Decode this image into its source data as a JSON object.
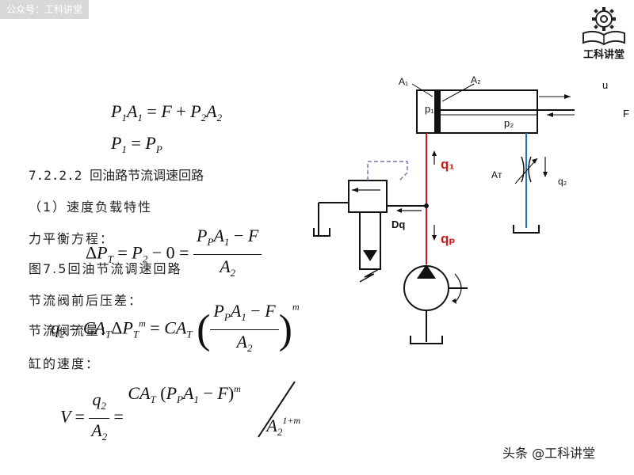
{
  "watermark_top": "公众号：工科讲堂",
  "logo": {
    "text": "工科讲堂"
  },
  "equations": {
    "eq1": {
      "lhs": "P₁A₁",
      "eq": "=",
      "rhs": "F + P₂A₂"
    },
    "eq2": {
      "lhs": "P₁",
      "eq": "=",
      "rhs": "P_P"
    },
    "eq3": {
      "lhs": "ΔP_T = P_2 − 0 =",
      "num": "P_P A_1 − F",
      "den": "A_2"
    },
    "eq4": {
      "lhs": "q_2 = CA_T ΔP_T^m = CA_T",
      "num": "P_P A_1 − F",
      "den": "A_2",
      "exp": "m"
    },
    "eq5": {
      "lhs": "V =",
      "num": "q_2",
      "den": "A_2",
      "mid": "=",
      "num2": "CA_T (P_P A_1 − F)^m",
      "den2": "A_2^{1+m}"
    }
  },
  "text": {
    "section": "7.2.2.2  回油路节流调速回路",
    "item1": "（1）速度负载特性",
    "force": "力平衡方程：",
    "figure": "图7.5回油节流调速回路",
    "pressure": "节流阀前后压差：",
    "flow": "节流阀流量：",
    "speed": "缸的速度："
  },
  "diagram_labels": {
    "A1": "A₁",
    "A2": "A₂",
    "p1": "p₁",
    "p2": "p₂",
    "u": "u",
    "F": "F",
    "q1": "q₁",
    "qp": "qₚ",
    "dq": "Dq",
    "AT": "Aт",
    "q2": "q₂"
  },
  "colors": {
    "red_line": "#d01818",
    "blue_line": "#1a78b8",
    "dashed": "#7a7ab8"
  },
  "watermark_bottom": "头条 @工科讲堂"
}
